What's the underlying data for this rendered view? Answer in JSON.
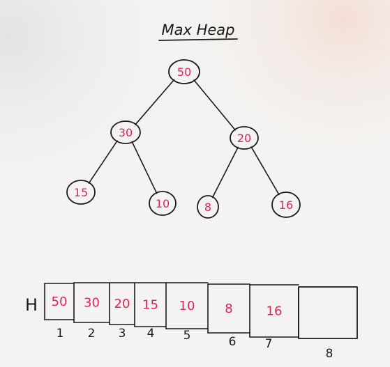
{
  "title": "Max Heap",
  "array_label": "H",
  "tree": {
    "nodes": [
      {
        "id": "n50",
        "value": "50"
      },
      {
        "id": "n30",
        "value": "30"
      },
      {
        "id": "n20",
        "value": "20"
      },
      {
        "id": "n15",
        "value": "15"
      },
      {
        "id": "n10",
        "value": "10"
      },
      {
        "id": "n8",
        "value": "8"
      },
      {
        "id": "n16",
        "value": "16"
      }
    ],
    "edges": [
      [
        "n50",
        "n30"
      ],
      [
        "n50",
        "n20"
      ],
      [
        "n30",
        "n15"
      ],
      [
        "n30",
        "n10"
      ],
      [
        "n20",
        "n8"
      ],
      [
        "n20",
        "n16"
      ]
    ]
  },
  "array": {
    "cells": [
      "50",
      "30",
      "20",
      "15",
      "10",
      "8",
      "16",
      ""
    ],
    "indices": [
      "1",
      "2",
      "3",
      "4",
      "5",
      "6",
      "7",
      "8"
    ]
  },
  "colors": {
    "ink": "#1a1a1a",
    "accent": "#e0245e",
    "board": "#f4f3f1"
  }
}
